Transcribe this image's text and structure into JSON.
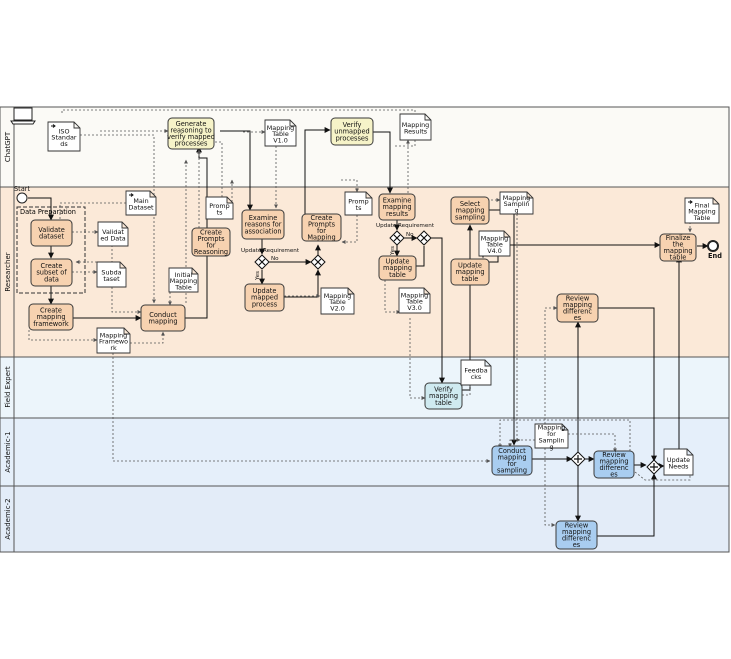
{
  "lanes": [
    {
      "id": "chatgpt",
      "label": "ChatGPT",
      "color": "#fbfaf6"
    },
    {
      "id": "researcher",
      "label": "Researcher",
      "color": "#fbe9d8"
    },
    {
      "id": "field",
      "label": "Field Expert",
      "color": "#ecf5fb"
    },
    {
      "id": "acad1",
      "label": "Academic-1",
      "color": "#e5effa"
    },
    {
      "id": "acad2",
      "label": "Academic-2",
      "color": "#e3ecf8"
    }
  ],
  "events": {
    "start": "Start",
    "end": "End"
  },
  "group_label": "Data Preparation",
  "gateway_labels": {
    "update_req_1": "Update Requirement",
    "no_1": "No",
    "yes_1": "Yes",
    "update_req_2": "Update Requirement",
    "no_2": "No",
    "yes_2": "Yes"
  },
  "tasks": {
    "generate_reasoning": "Generate reasoning to verify mapped processes",
    "verify_unmapped": "Verify unmapped processes",
    "validate_dataset": "Validate dataset",
    "create_subset": "Create subset of data",
    "create_framework": "Create mapping framework",
    "conduct_mapping": "Conduct mapping",
    "create_prompts_1": "Create Prompts for Reasoning",
    "examine_reasons": "Examine reasons for association",
    "update_mapped": "Update mapped process",
    "create_prompts_2": "Create Prompts for Mapping",
    "examine_results": "Examine mapping results",
    "update_mapping_1": "Update mapping table",
    "select_sampling": "Select mapping sampling",
    "update_mapping_2": "Update mapping table",
    "finalize": "Finalize the mapping table",
    "review_r": "Review mapping differences",
    "verify_table": "Verify mapping table",
    "conduct_sampling": "Conduct mapping for sampling",
    "review_a1": "Review mapping differences",
    "review_a2": "Review mapping differences"
  },
  "docs": {
    "iso": "ISO Standards",
    "mt_v1": "Mapping Table V1.0",
    "mapping_results": "Mapping Results",
    "main_dataset": "Main Dataset",
    "validated_data": "Validated Data",
    "subdataset": "Subdataset",
    "prompts_1": "Prompts",
    "initial_table": "Initial Mapping Table",
    "mapping_framework": "Mapping Framework",
    "prompts_2": "Prompts",
    "mt_v2": "Mapping Table V2.0",
    "mt_v3": "Mapping Table V3.0",
    "mapping_sampling": "Mapping Sampling",
    "mt_v4": "Mapping Table V4.0",
    "final_table": "Final Mapping Table",
    "feedbacks": "Feedbacks",
    "mapping_for_sampling": "Mapping for Sampling",
    "update_needs": "Update Needs"
  },
  "colors": {
    "researcher_task": "#f7d2b0",
    "chatgpt_task": "#f6f3c8",
    "field_task": "#cfeaf0",
    "academic_task": "#a9cdf0",
    "doc": "#ffffff"
  }
}
